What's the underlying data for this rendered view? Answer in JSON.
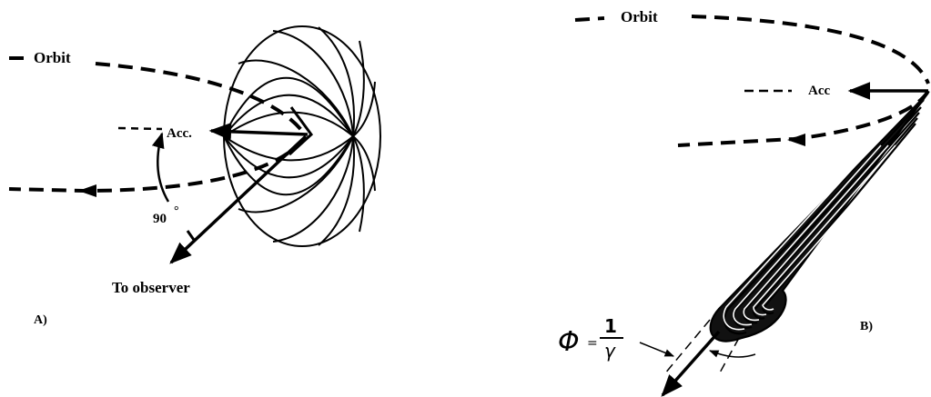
{
  "panel_a": {
    "label": "A)",
    "orbit_label": "Orbit",
    "acc_label": "Acc.",
    "angle_label": "90",
    "degree_mark": "°",
    "observer_label": "To observer"
  },
  "panel_b": {
    "label": "B)",
    "orbit_label": "Orbit",
    "acc_label": "Acc",
    "phi_symbol": "Φ",
    "equals": "=",
    "numerator": "1",
    "denominator": "γ"
  }
}
